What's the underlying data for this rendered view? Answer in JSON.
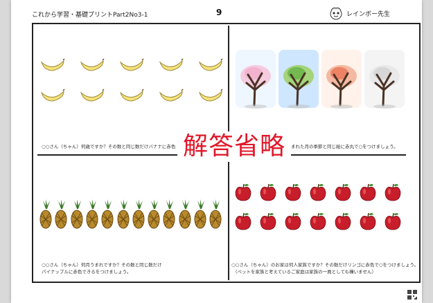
{
  "header": {
    "title": "これから学習・基礎プリントPart2No3-1",
    "number": "9",
    "brand": "レインボー先生",
    "brand_icon": "cartoon-face-icon"
  },
  "overlay": {
    "stamp_text": "解答省略",
    "stamp_color": "#e0182a"
  },
  "panels": {
    "top_left": {
      "prompt": "○○さん（ちゃん）何歳ですか？その数と同じ数だけバナナに赤色",
      "item": "banana",
      "count": 10
    },
    "top_right": {
      "prompt": "まれた月の季節と同じ絵に赤丸で○をつけましょう。",
      "item": "tree",
      "seasons": [
        "spring",
        "summer",
        "autumn",
        "winter"
      ]
    },
    "bottom_left": {
      "prompt_lines": [
        "○○さん（ちゃん）何月うまれですか？その数と同じ数だけ",
        "パイナップルに赤色できるをつけましょう。"
      ],
      "item": "pineapple",
      "count": 12
    },
    "bottom_right": {
      "prompt_lines": [
        "○○さん（ちゃん）のお家は何人家族ですか？その数だけリンゴに赤色で○をつけましょう。",
        "（ペットを家族と考えているご家庭は家族の一員としても構いません）"
      ],
      "item": "apple",
      "count": 14
    }
  },
  "footer": {
    "qr_icon": "qr-code-icon"
  }
}
